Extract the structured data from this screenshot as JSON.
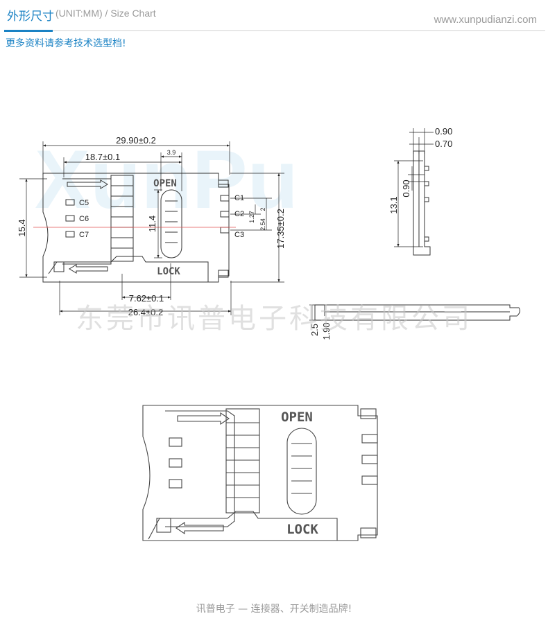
{
  "header": {
    "title_cn": "外形尺寸",
    "title_en": "(UNIT:MM) / Size Chart",
    "website": "www.xunpudianzi.com",
    "subtitle": "更多资料请参考技术选型档!"
  },
  "watermark": {
    "logo_text": "XunPu",
    "company": "东莞市讯普电子科技有限公司"
  },
  "front_view": {
    "overall_width": "29.90±0.2",
    "inner_width": "18.7±0.1",
    "pitch_small": "3.9",
    "height_overall": "15.4",
    "window_height": "11.4",
    "right_height": "17.35±0.2",
    "pin_pitch_a": "1.27",
    "pin_pitch_b": "2.54",
    "pin_pitch_c": "2",
    "bottom_offset": "7.62±0.1",
    "bottom_width": "26.4±0.2",
    "pins_left": [
      "C5",
      "C6",
      "C7"
    ],
    "pins_right": [
      "C1",
      "C2",
      "C3"
    ],
    "open_label": "OPEN",
    "lock_label": "LOCK"
  },
  "side_view": {
    "top_a": "0.90",
    "top_b": "0.70",
    "mid": "0.90",
    "height": "13.1"
  },
  "profile_view": {
    "height_a": "2.5",
    "height_b": "1.90"
  },
  "large_view": {
    "open_label": "OPEN",
    "lock_label": "LOCK"
  },
  "footer": {
    "slogan": "讯普电子 — 连接器、开关制造品牌!"
  }
}
